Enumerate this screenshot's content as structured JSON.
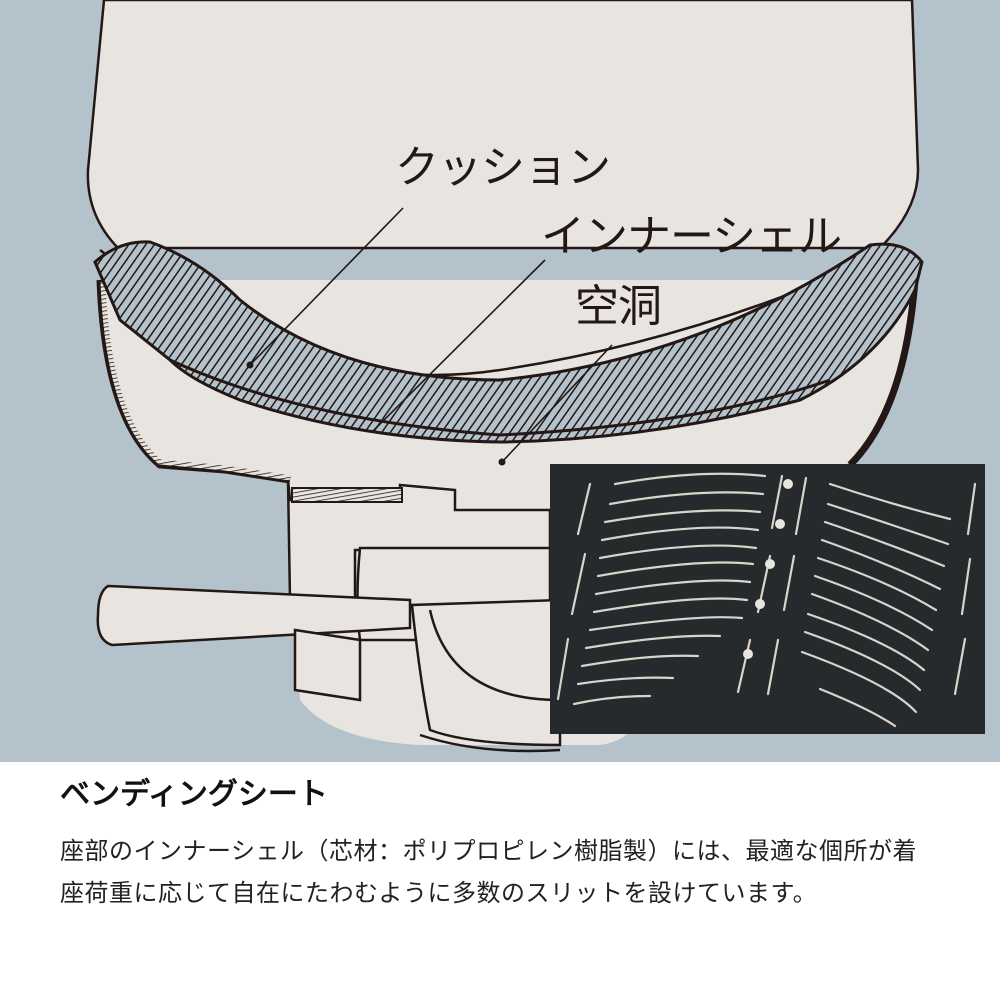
{
  "illustration": {
    "background_color": "#b4c2cb",
    "body_color": "#e8e5e1",
    "line_color": "#231815",
    "hatch_fill_color": "#b4c2cb",
    "labels": {
      "cushion": "クッション",
      "inner_shell": "インナーシェル",
      "cavity": "空洞"
    },
    "photo_inset": {
      "subject": "seat-shell-slits-photo",
      "background_color": "#262a2c",
      "slit_color": "#d8d4cc"
    }
  },
  "caption": {
    "title": "ベンディングシート",
    "body": "座部のインナーシェル（芯材：ポリプロピレン樹脂製）には、最適な個所が着座荷重に応じて自在にたわむように多数のスリットを設けています。"
  }
}
